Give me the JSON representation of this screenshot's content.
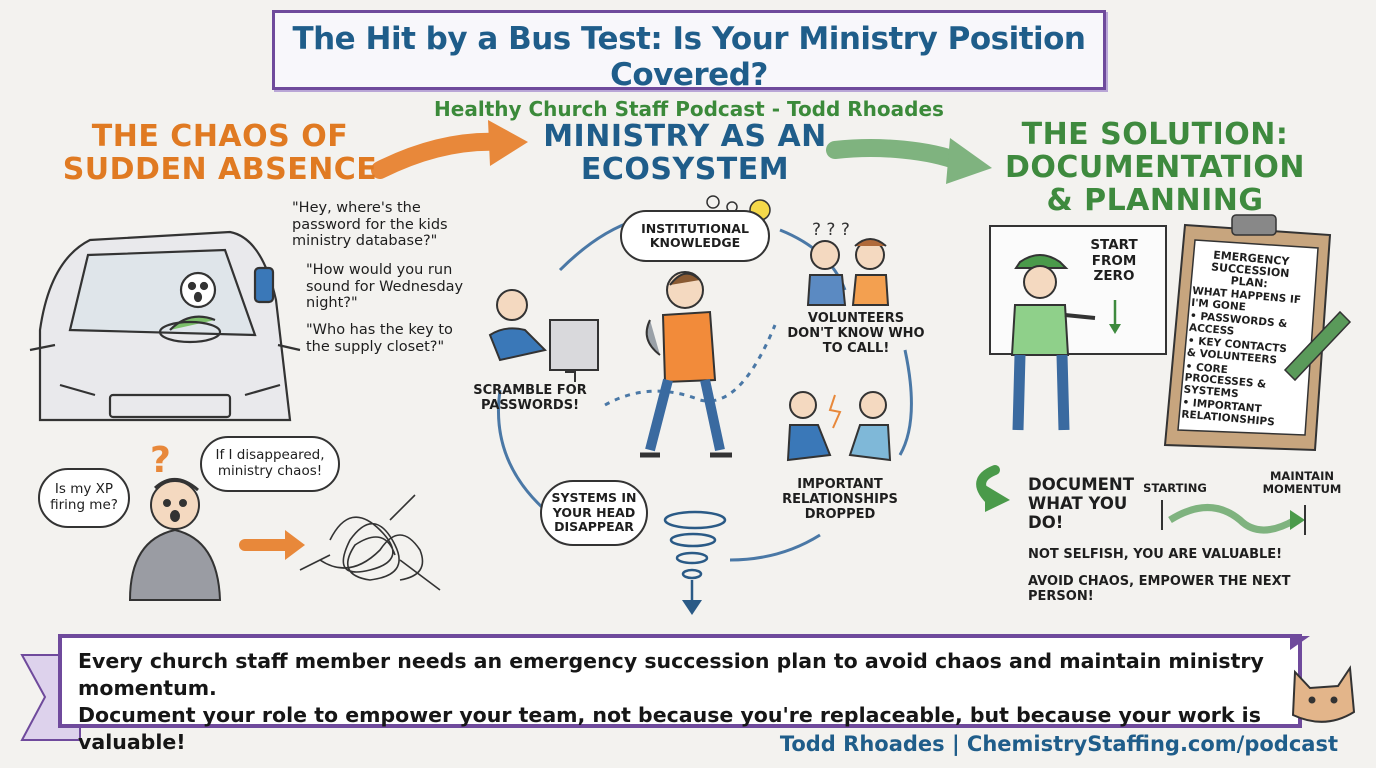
{
  "title": {
    "main": "The Hit by a Bus Test: Is Your Ministry Position Covered?",
    "subtitle": "Healthy Church Staff Podcast - Todd Rhoades"
  },
  "sections": {
    "chaos": {
      "heading_line1": "THE CHAOS OF",
      "heading_line2": "SUDDEN ABSENCE",
      "quotes": [
        "\"Hey, where's the password for the kids ministry database?\"",
        "\"How would you run sound for Wednesday night?\"",
        "\"Who has the key to the supply closet?\""
      ],
      "thought_xp": "Is my XP firing me?",
      "thought_disappeared": "If I disappeared, ministry chaos!"
    },
    "ecosystem": {
      "heading_line1": "MINISTRY AS AN",
      "heading_line2": "ECOSYSTEM",
      "labels": {
        "knowledge": "INSTITUTIONAL KNOWLEDGE",
        "volunteers": "VOLUNTEERS DON'T KNOW WHO TO CALL!",
        "passwords": "SCRAMBLE FOR PASSWORDS!",
        "systems": "SYSTEMS IN YOUR HEAD DISAPPEAR",
        "relationships": "IMPORTANT RELATIONSHIPS DROPPED"
      }
    },
    "solution": {
      "heading_line1": "THE SOLUTION:",
      "heading_line2": "DOCUMENTATION",
      "heading_line3": "& PLANNING",
      "whiteboard_text": "START FROM ZERO",
      "clipboard": {
        "title": "EMERGENCY SUCCESSION PLAN:",
        "items": [
          "WHAT HAPPENS IF I'M GONE",
          "• PASSWORDS & ACCESS",
          "• KEY CONTACTS & VOLUNTEERS",
          "• CORE PROCESSES & SYSTEMS",
          "• IMPORTANT RELATIONSHIPS"
        ]
      },
      "document_label": "DOCUMENT WHAT YOU DO!",
      "starting": "STARTING",
      "maintain": "MAINTAIN MOMENTUM",
      "note1": "NOT SELFISH, YOU ARE VALUABLE!",
      "note2": "AVOID CHAOS, EMPOWER THE NEXT PERSON!"
    }
  },
  "banner": {
    "line1": "Every church staff member needs an emergency succession plan to avoid chaos and maintain ministry momentum.",
    "line2": "Document your role to empower your team, not because you're replaceable, but because your work is valuable!"
  },
  "footer": "Todd Rhoades | ChemistryStaffing.com/podcast",
  "colors": {
    "orange": "#e07a22",
    "blue": "#1f5d8a",
    "green": "#3e8a3e",
    "purple": "#6f4a9c"
  }
}
